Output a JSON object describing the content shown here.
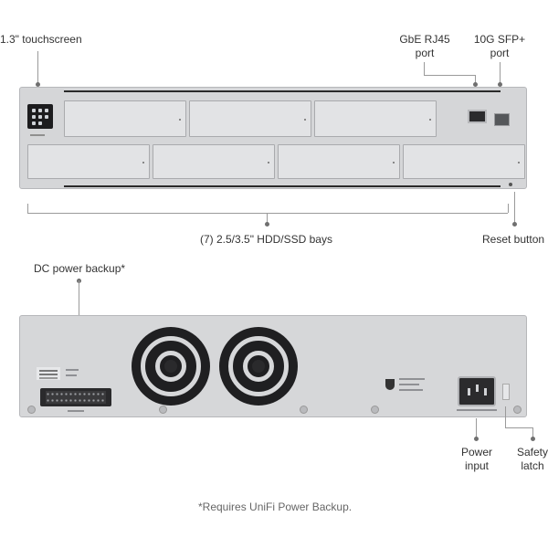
{
  "callouts": {
    "touchscreen": "1.3\" touchscreen",
    "gbe_port_line1": "GbE RJ45",
    "gbe_port_line2": "port",
    "sfp_port_line1": "10G SFP+",
    "sfp_port_line2": "port",
    "bays": "(7) 2.5/3.5\" HDD/SSD bays",
    "reset": "Reset button",
    "dc_power": "DC power backup*",
    "power_input_line1": "Power",
    "power_input_line2": "input",
    "safety_latch_line1": "Safety",
    "safety_latch_line2": "latch"
  },
  "footnote": "*Requires UniFi Power Backup.",
  "colors": {
    "chassis": "#d5d6d8",
    "bay": "#e2e3e5",
    "leader_line": "#9a9a9a",
    "fan": "#1f1f21"
  },
  "icons": [
    "ubiquiti-logo-icon"
  ]
}
